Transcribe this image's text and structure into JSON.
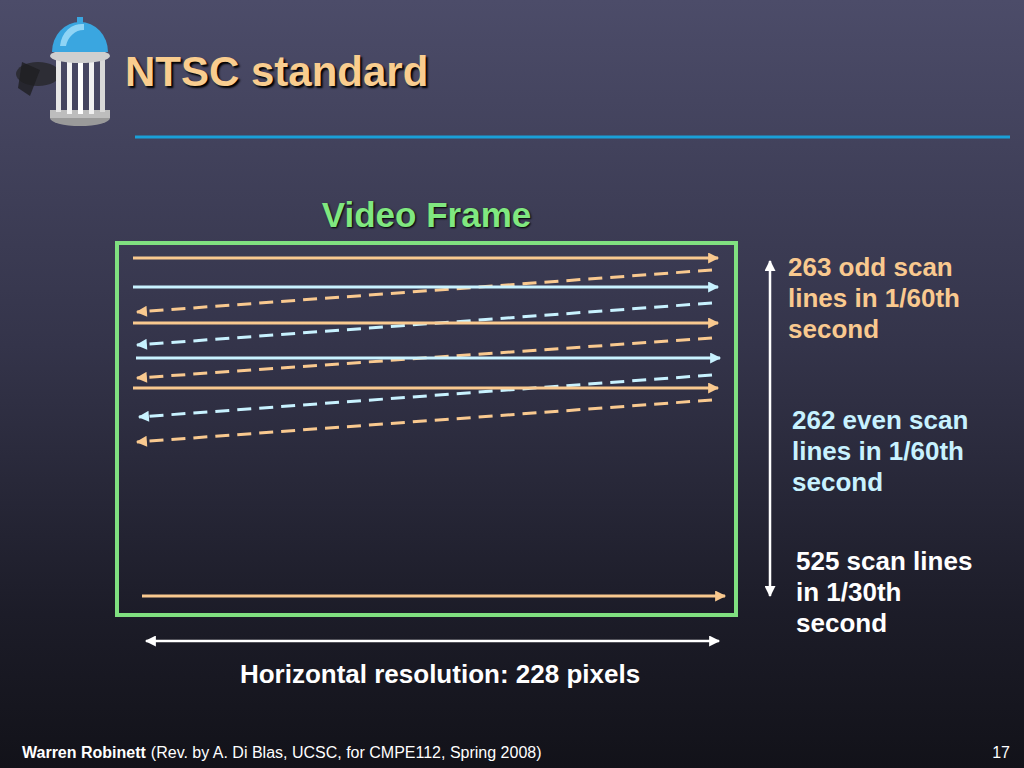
{
  "diagram": {
    "title": "NTSC standard",
    "nodes": [
      {
        "text": [
          "Video Frame"
        ]
      }
    ],
    "labels": [
      "263 odd scan lines in 1/60th second",
      "262 even scan lines in 1/60th second",
      "525 scan lines in 1/30th second",
      "Horizontal resolution: 228 pixels",
      "Warren Robinett",
      "(Rev. by A. Di Blas, UCSC, for CMPE112, Spring 2008)",
      "17"
    ]
  }
}
